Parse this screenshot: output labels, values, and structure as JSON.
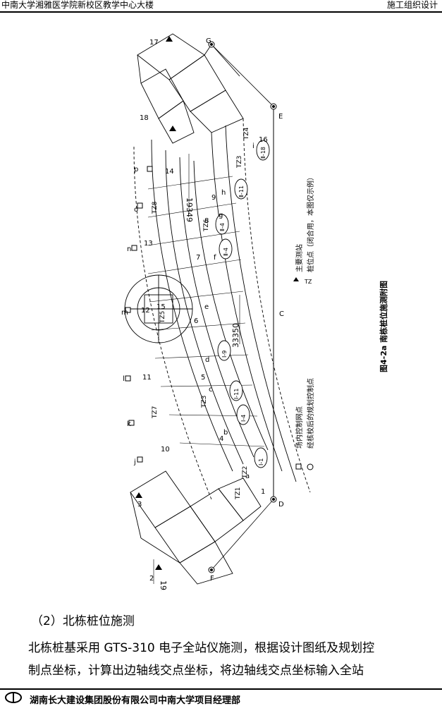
{
  "header": {
    "left": "中南大学湘雅医学院新校区教学中心大楼",
    "right": "施工组织设计"
  },
  "figure": {
    "caption": "图4-2a   南栋桩位施测附图",
    "legend": {
      "main_station": "主要测站",
      "pile_point": "桩位点（闭合用，本图仅示例）",
      "site_control": "场内控制网点",
      "planning_control": "经核校后的规划控制点"
    },
    "dims": {
      "d1": "19349",
      "d2": "33350",
      "d3": "19349"
    },
    "points": {
      "D": "D",
      "C": "C",
      "E": "E",
      "F": "F",
      "G": "G",
      "n17": "17",
      "n18": "18",
      "n16": "16",
      "n15": "15",
      "n14": "14",
      "n13": "13",
      "n12": "12",
      "n11": "11",
      "n10": "10",
      "n3": "3",
      "n2": "2",
      "n1": "1",
      "a": "a",
      "b": "b",
      "c": "c",
      "d": "d",
      "e": "e",
      "f": "f",
      "g": "g",
      "h": "h",
      "i": "i",
      "j": "j",
      "k": "k",
      "l": "l",
      "m": "m",
      "nn": "n",
      "o": "o",
      "p": "p",
      "t4": "4",
      "t5": "5",
      "t6": "6",
      "t7": "7",
      "t8": "8",
      "t9": "9"
    },
    "tz": [
      "TZ1",
      "TZ2",
      "TZ3",
      "TZ4",
      "TZ5",
      "TZ6",
      "TZ7",
      "TZ8",
      "TZ3"
    ],
    "circles": [
      "Ⅰ-1",
      "Ⅰ-4",
      "Ⅰ-11",
      "Ⅰ-9",
      "Ⅱ-4",
      "Ⅱ-4",
      "Ⅱ-11",
      "Ⅱ-18"
    ]
  },
  "section": {
    "title": "（2）北栋桩位施测"
  },
  "paragraph": {
    "line1": "北栋桩基采用 GTS-310 电子全站仪施测，根据设计图纸及规划控",
    "line2": "制点坐标，计算出边轴线交点坐标，将边轴线交点坐标输入全站"
  },
  "footer": {
    "text": "湖南长大建设集团股份有限公司中南大学项目经理部"
  }
}
